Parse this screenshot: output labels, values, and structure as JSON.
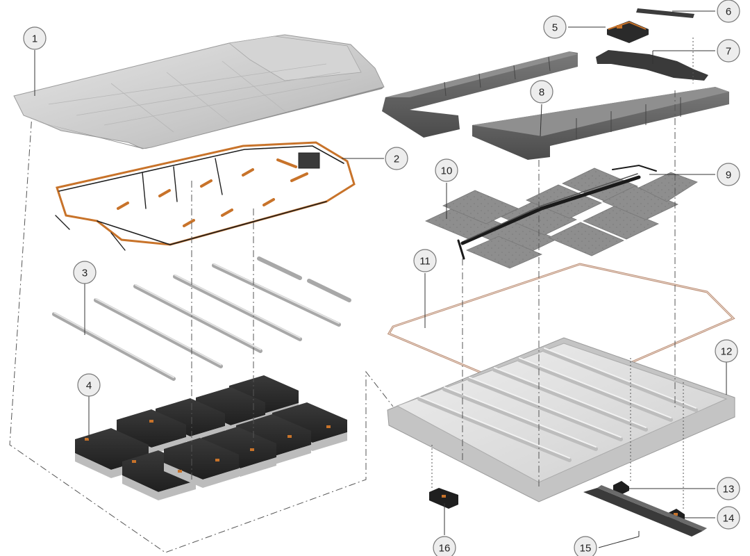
{
  "diagram": {
    "callouts": [
      "1",
      "2",
      "3",
      "4",
      "5",
      "6",
      "7",
      "8",
      "9",
      "10",
      "11",
      "12",
      "13",
      "14",
      "15",
      "16"
    ]
  },
  "colors": {
    "module_dark": "#2d2d2d",
    "module_light": "#bcbcbc",
    "accent_copper": "#c8732a",
    "foam_block": "#5e5e5e",
    "tray_light": "#dcdcdc",
    "gasket": "#b98a70"
  }
}
